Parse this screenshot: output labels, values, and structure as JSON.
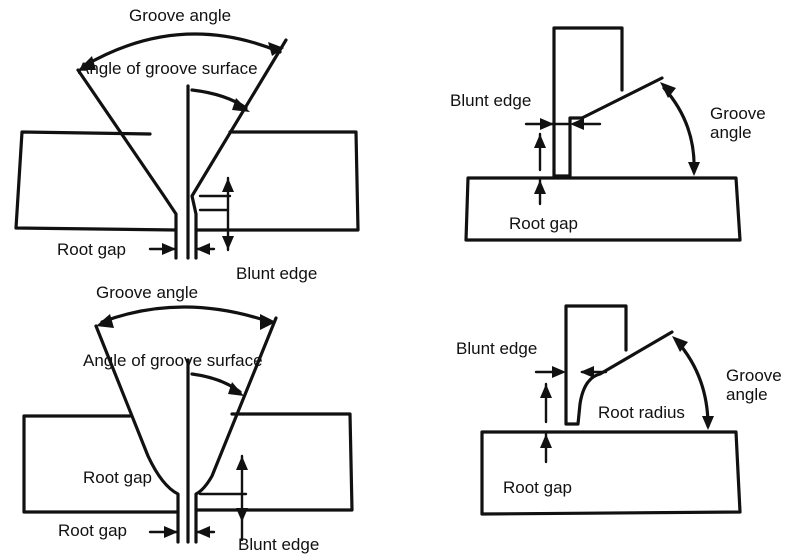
{
  "panels": {
    "top_left": {
      "groove_angle": "Groove angle",
      "angle_of_groove_surface": "Angle of groove surface",
      "root_gap": "Root gap",
      "blunt_edge": "Blunt edge"
    },
    "top_right": {
      "blunt_edge": "Blunt edge",
      "groove_angle_line1": "Groove",
      "groove_angle_line2": "angle",
      "root_gap": "Root gap"
    },
    "bottom_left": {
      "groove_angle": "Groove angle",
      "angle_of_groove_surface": "Angle of groove surface",
      "root_gap_upper": "Root gap",
      "root_gap_lower": "Root gap",
      "blunt_edge": "Blunt edge"
    },
    "bottom_right": {
      "blunt_edge": "Blunt edge",
      "groove_angle_line1": "Groove",
      "groove_angle_line2": "angle",
      "root_radius": "Root radius",
      "root_gap": "Root gap"
    }
  },
  "colors": {
    "ink": "#111111",
    "background": "#ffffff"
  }
}
